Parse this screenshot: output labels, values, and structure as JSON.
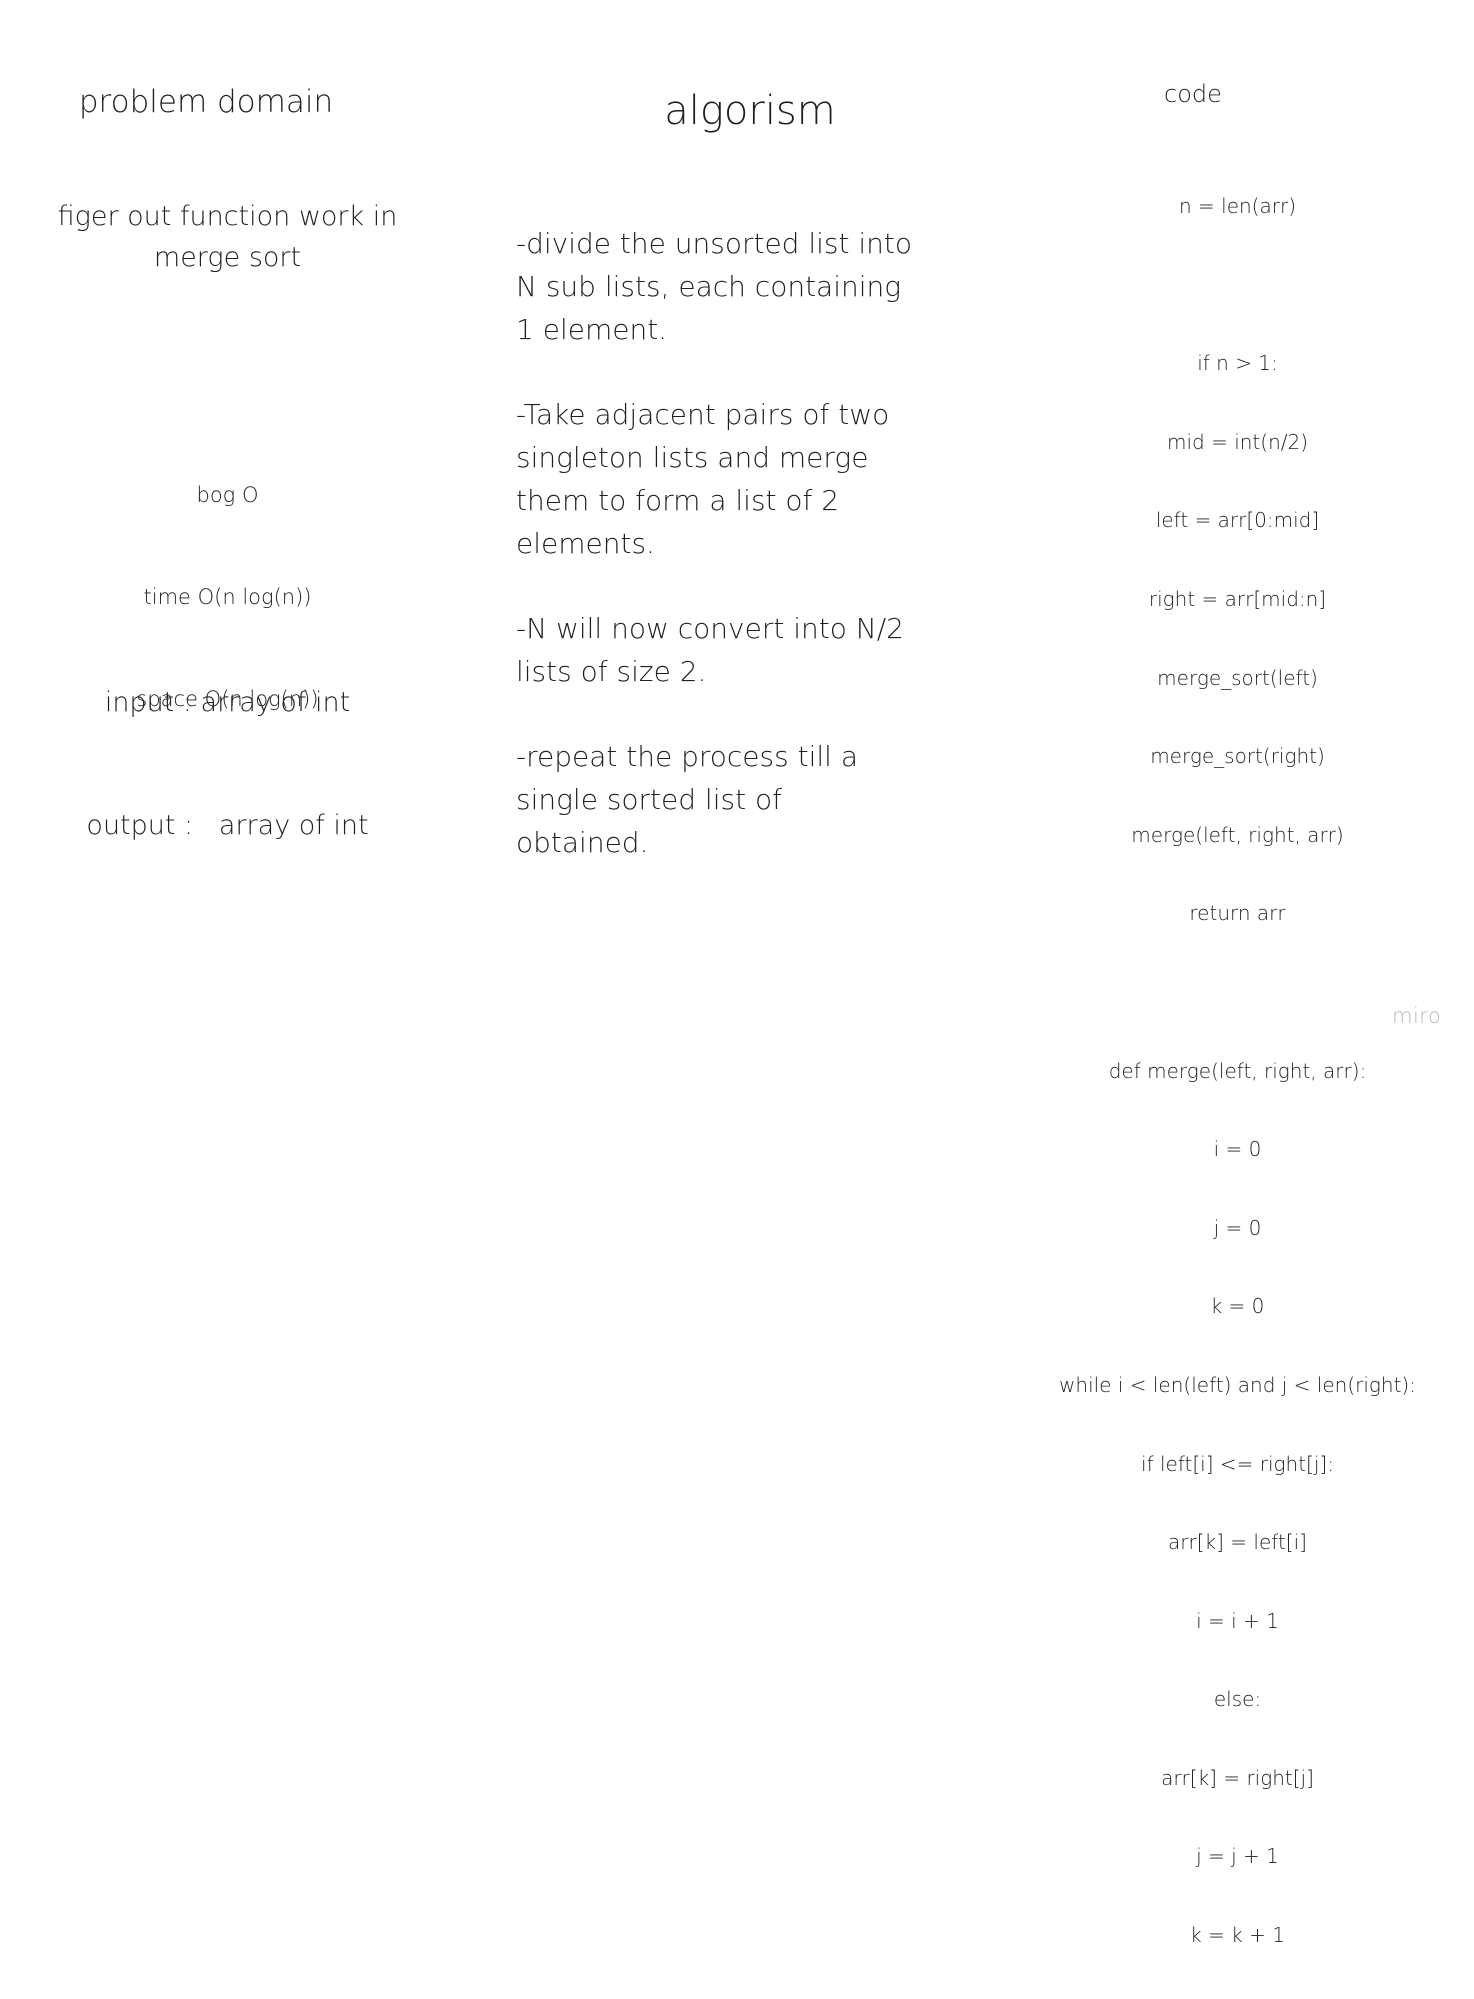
{
  "problem_domain": {
    "title": "problem domain",
    "description": "figer out function  work in merge sort",
    "big_o": {
      "heading": "bog O",
      "time": "time O(n log(n))",
      "space": "space O(n log(n))"
    },
    "io": {
      "input": "input : array of int",
      "output": "output :   array of int"
    }
  },
  "algorism": {
    "title": "algorism",
    "steps": [
      "-divide the unsorted list into N sub lists, each containing 1 element.",
      "-Take adjacent pairs of two singleton lists and merge them to form a list of 2 elements.",
      "-N will now convert into N/2 lists of size 2.",
      "-repeat the process till a single sorted list of obtained."
    ]
  },
  "code": {
    "title": "code",
    "lines": [
      "n = len(arr)",
      "",
      "if n > 1:",
      "mid = int(n/2)",
      "left = arr[0:mid]",
      "right = arr[mid:n]",
      "merge_sort(left)",
      "merge_sort(right)",
      "merge(left, right, arr)",
      "return arr",
      "",
      "def merge(left, right, arr):",
      "i = 0",
      "j = 0",
      "k = 0",
      "while i < len(left) and j < len(right):",
      "if left[i] <= right[j]:",
      "arr[k] = left[i]",
      "i = i + 1",
      "else:",
      "arr[k] = right[j]",
      "j = j + 1",
      "k = k + 1"
    ]
  },
  "watermark": "miro"
}
